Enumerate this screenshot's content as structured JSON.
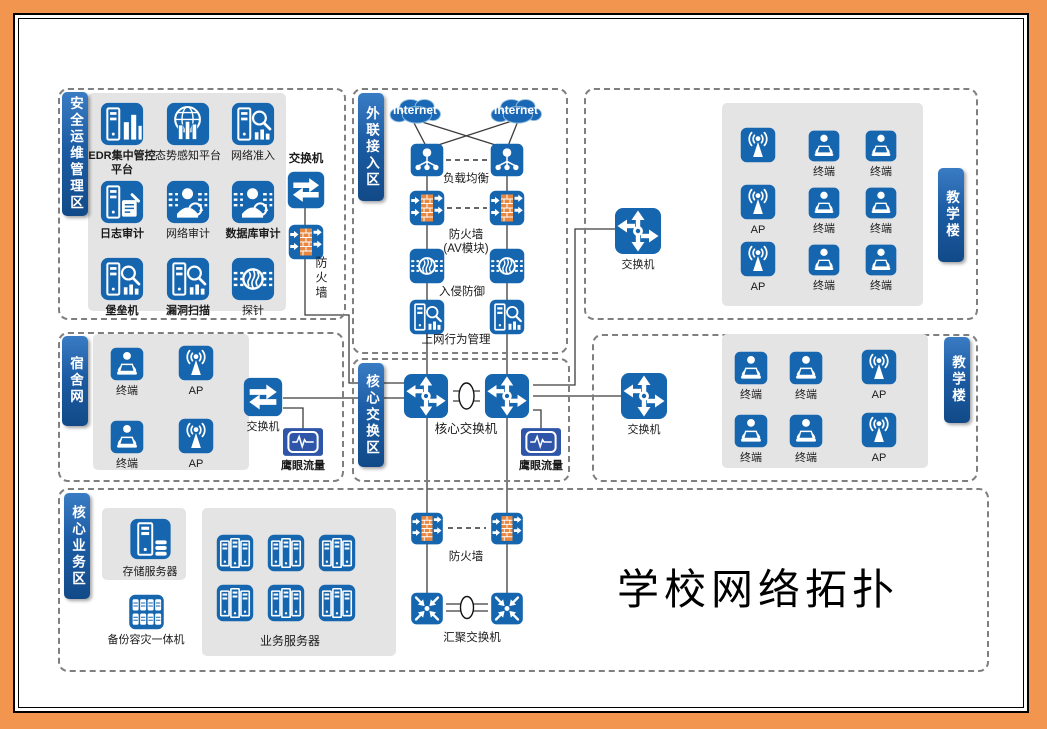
{
  "title": "学校网络拓扑",
  "colors": {
    "frame_orange": "#f2964f",
    "device_blue": "#1566af",
    "badge_blue": "#1c5ca4",
    "flow_monitor_navy": "#2e55a7",
    "firewall_brick_orange": "#e8873f",
    "highlight_red": "#e60000",
    "group_box_gray": "#e4e4e4"
  },
  "zones": {
    "security": {
      "badge": "安全运维管理区",
      "switch_label": "交换机",
      "firewall_label": "防火墙",
      "grid": [
        {
          "label": "EDR集中管控平台",
          "icon": "server-chart-icon",
          "highlight": true
        },
        {
          "label": "态势感知平台",
          "icon": "globe-chart-icon",
          "highlight": false
        },
        {
          "label": "网络准入",
          "icon": "server-magnifier-icon",
          "highlight": false
        },
        {
          "label": "日志审计",
          "icon": "server-log-icon",
          "highlight": true
        },
        {
          "label": "网络审计",
          "icon": "person-audit-icon",
          "highlight": false
        },
        {
          "label": "数据库审计",
          "icon": "person-audit-icon",
          "highlight": true
        },
        {
          "label": "堡垒机",
          "icon": "server-magnifier-icon",
          "highlight": true
        },
        {
          "label": "漏洞扫描",
          "icon": "server-magnifier-icon",
          "highlight": true
        },
        {
          "label": "探针",
          "icon": "probe-icon",
          "highlight": false
        }
      ]
    },
    "external": {
      "badge": "外联接入区",
      "internet_label": "Internet",
      "load_balancer_label": "负载均衡",
      "firewall_label": "防火墙",
      "firewall_sublabel": "(AV模块)",
      "ips_label": "入侵防御",
      "behavior_label": "上网行为管理"
    },
    "teaching_top": {
      "badge": "教学楼",
      "switch_label": "交换机",
      "ap_label": "AP",
      "terminal_label": "终端"
    },
    "dormitory": {
      "badge": "宿舍网",
      "terminal_label": "终端",
      "ap_label": "AP",
      "switch_label": "交换机",
      "flow_label": "鹰眼流量"
    },
    "core_switching": {
      "badge": "核心交换区",
      "core_switch_label": "核心交换机",
      "flow_label": "鹰眼流量"
    },
    "teaching_mid": {
      "badge": "教学楼",
      "switch_label": "交换机",
      "ap_label": "AP",
      "terminal_label": "终端"
    },
    "core_business": {
      "badge": "核心业务区",
      "storage_label": "存储服务器",
      "backup_label": "备份容灾一体机",
      "servers_label": "业务服务器",
      "firewall_label": "防火墙",
      "agg_switch_label": "汇聚交换机"
    }
  }
}
